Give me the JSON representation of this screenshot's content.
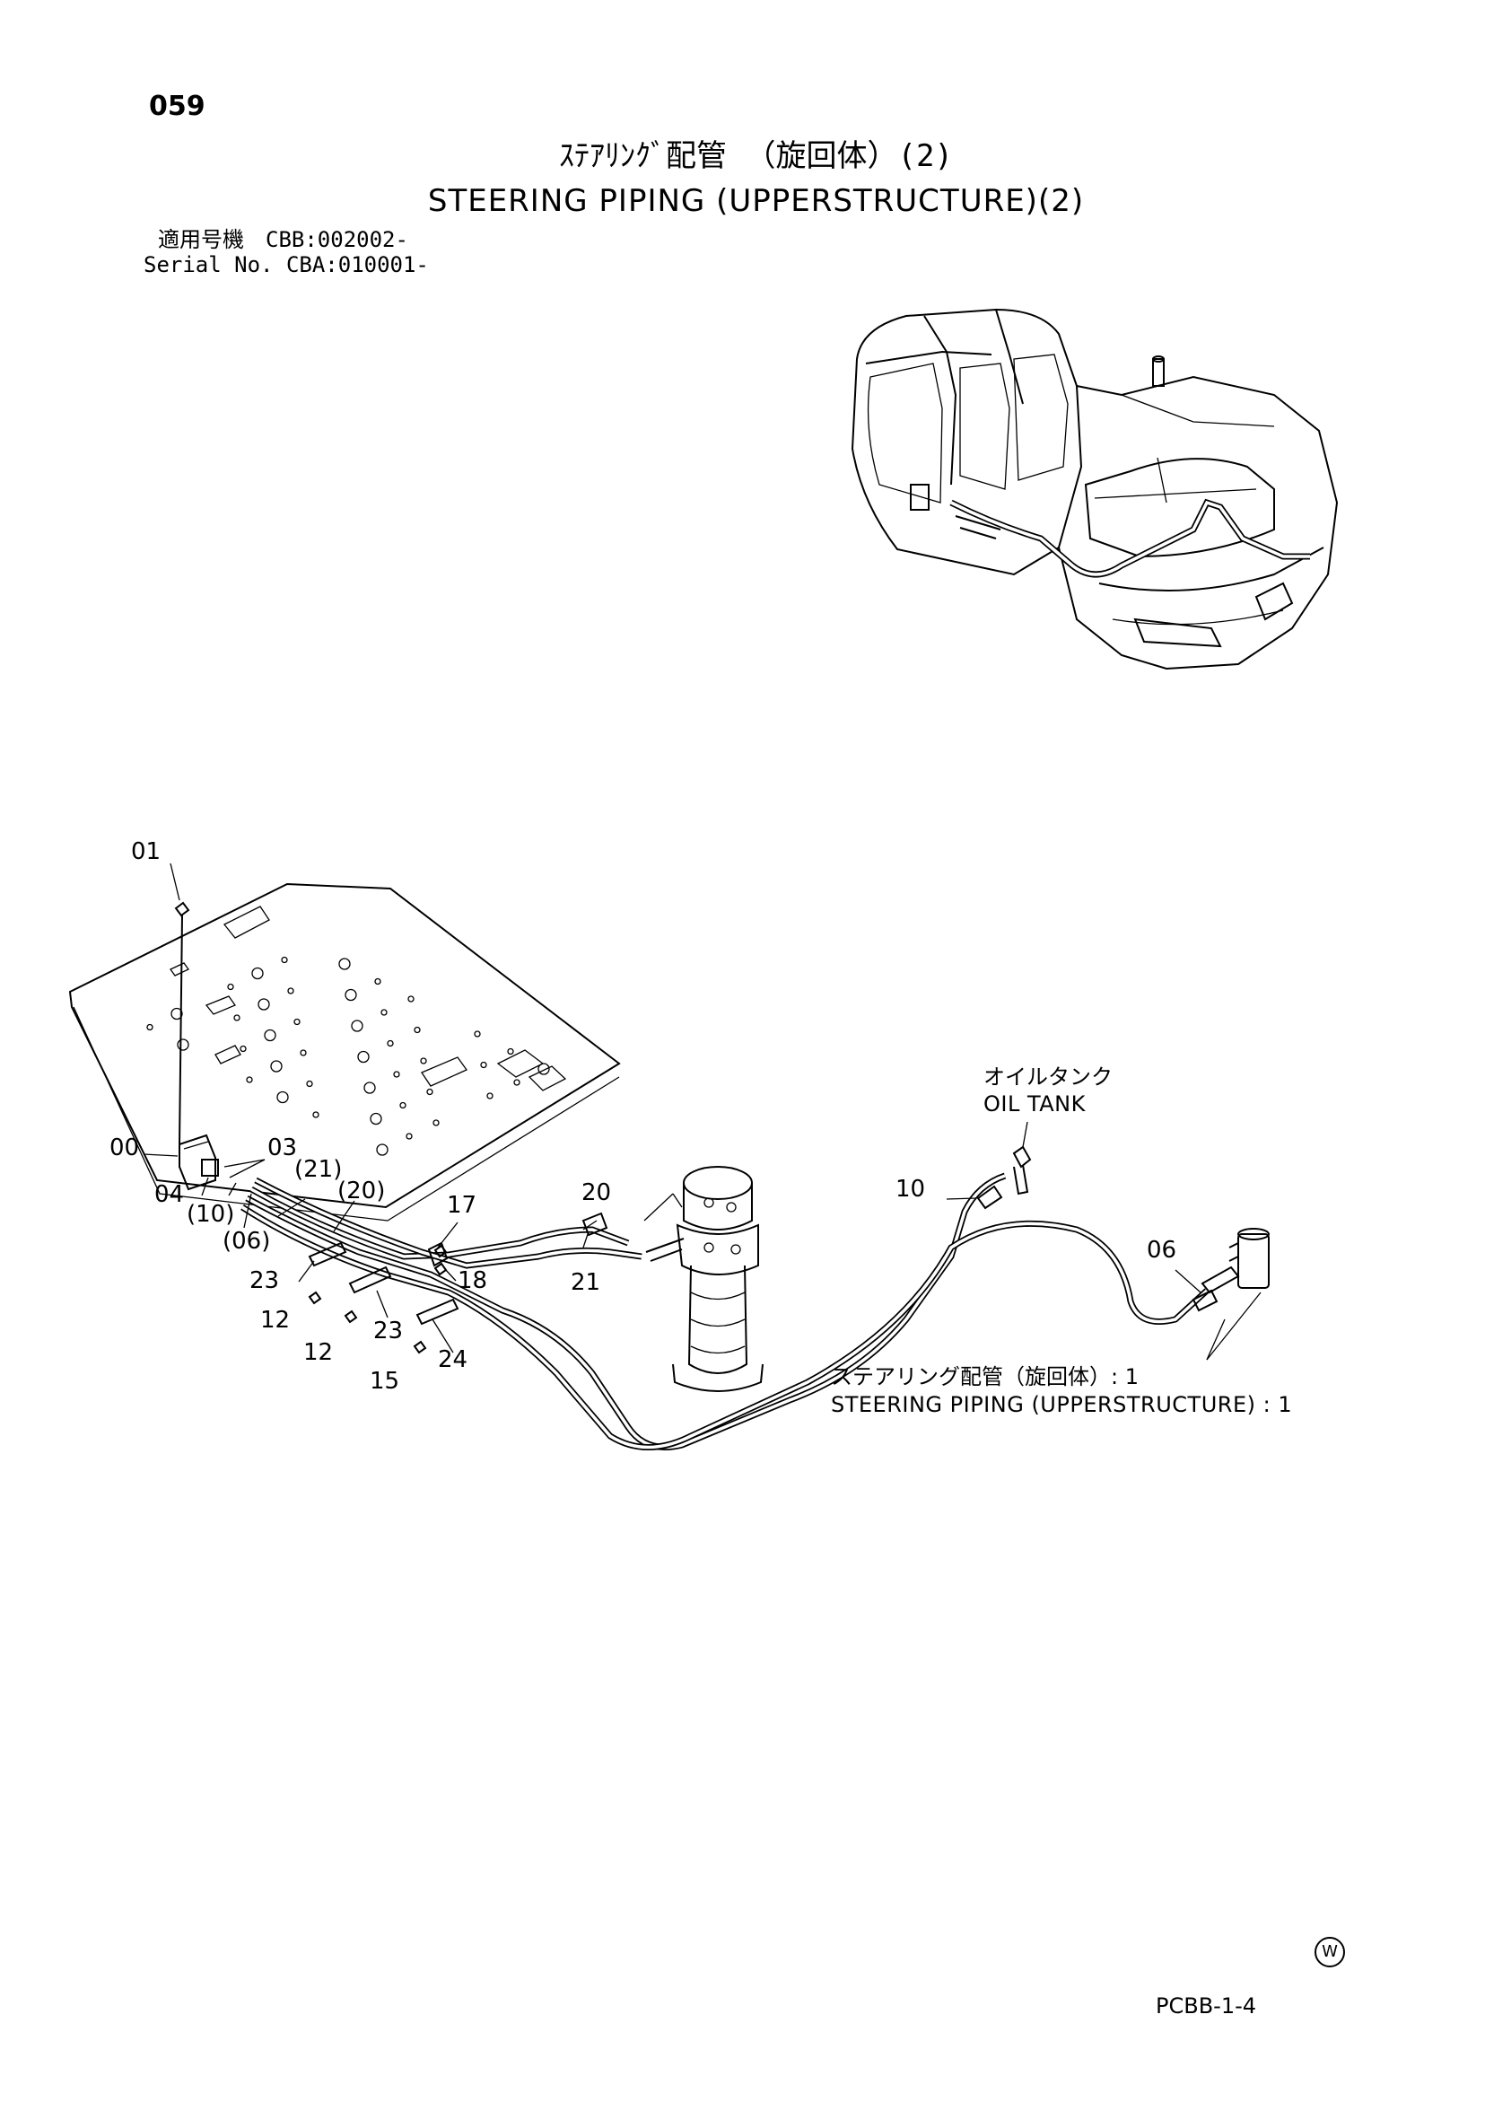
{
  "page_number": "059",
  "title_jp": "ｽﾃｱﾘﾝｸﾞ配管 （旋回体）(2)",
  "title_en": "STEERING PIPING (UPPERSTRUCTURE)(2)",
  "serial_jp": "適用号機　CBB:002002-",
  "serial_en": "Serial No. CBA:010001-",
  "callouts": {
    "c01": "01",
    "c00": "00",
    "c03": "03",
    "c04": "04",
    "c21p": "(21)",
    "c20p": "(20)",
    "c10p": "(10)",
    "c06p": "(06)",
    "c17": "17",
    "c18": "18",
    "c20": "20",
    "c21": "21",
    "c23a": "23",
    "c23b": "23",
    "c12a": "12",
    "c12b": "12",
    "c24": "24",
    "c15": "15",
    "c10": "10",
    "c06": "06"
  },
  "oil_tank": {
    "jp": "オイルタンク",
    "en": "OIL TANK"
  },
  "piping_note": {
    "jp": "ステアリング配管（旋回体）: 1",
    "en": "STEERING PIPING (UPPERSTRUCTURE) : 1"
  },
  "footer_code": "PCBB-1-4",
  "mark": "W",
  "icons": [
    "circled-w-mark"
  ]
}
